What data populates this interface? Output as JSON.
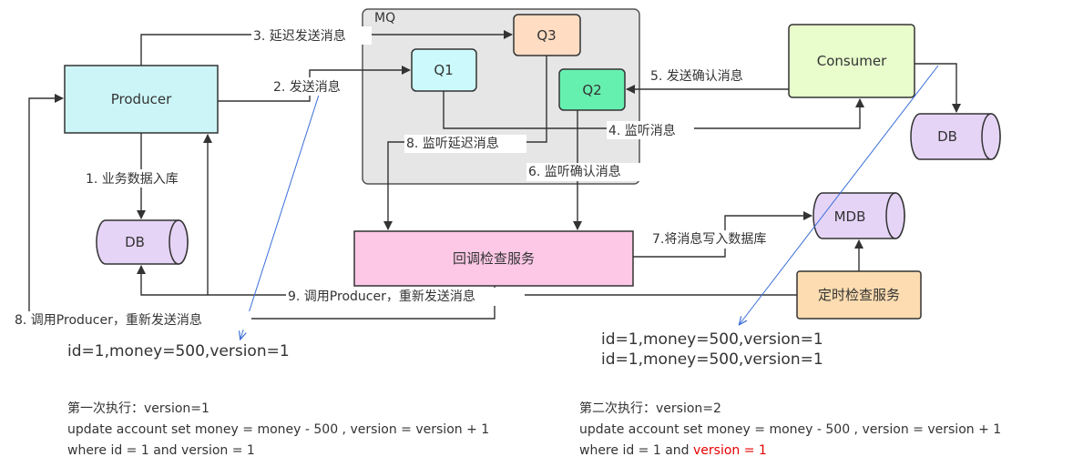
{
  "nodes": {
    "mq": "MQ",
    "producer": "Producer",
    "consumer": "Consumer",
    "q1": "Q1",
    "q2": "Q2",
    "q3": "Q3",
    "db_left": "DB",
    "db_right": "DB",
    "mdb": "MDB",
    "callback": "回调检查服务",
    "timer": "定时检查服务"
  },
  "edges": {
    "e1": "1. 业务数据入库",
    "e2": "2. 发送消息",
    "e3": "3. 延迟发送消息",
    "e4": "4. 监听消息",
    "e5": "5. 发送确认消息",
    "e6": "6. 监听确认消息",
    "e7": "7.将消息写入数据库",
    "e8a": "8. 监听延迟消息",
    "e8b": "8. 调用Producer，重新发送消息",
    "e9": "9. 调用Producer，重新发送消息"
  },
  "notes": {
    "left_record": "id=1,money=500,version=1",
    "right_record_1": "id=1,money=500,version=1",
    "right_record_2": "id=1,money=500,version=1",
    "left_title": "第一次执行：version=1",
    "left_sql_1": "update account set money = money - 500 , version = version + 1",
    "left_sql_2": "where id = 1 and version = 1",
    "right_title": "第二次执行：version=2",
    "right_sql_1": "update account set money = money - 500 , version = version + 1",
    "right_sql_2_prefix": "where id = 1 and ",
    "right_sql_2_highlight": "version = 1"
  },
  "colors": {
    "producer": "#ccf5f7",
    "consumer": "#e8fccc",
    "q1": "#ccfafc",
    "q2": "#66f0b0",
    "q3": "#ffdcc2",
    "db": "#e6d4f7",
    "callback": "#fcc8e6",
    "timer": "#fcdcb0",
    "mq_bg": "#e6e6e6",
    "highlight": "#e60000",
    "pointer": "#3a6ed8"
  }
}
